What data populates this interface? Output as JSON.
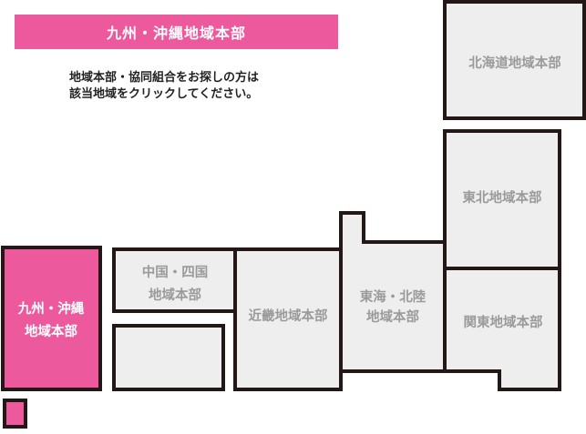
{
  "header": {
    "title": "九州・沖縄地域本部"
  },
  "instruction": {
    "line1": "地域本部・協同組合をお探しの方は",
    "line2": "該当地域をクリックしてください。"
  },
  "regions": {
    "hokkaido": {
      "label": "北海道地域本部"
    },
    "tohoku": {
      "label": "東北地域本部"
    },
    "kanto": {
      "label": "関東地域本部"
    },
    "tokai_hokuriku": {
      "line1": "東海・北陸",
      "line2": "地域本部"
    },
    "kinki": {
      "label": "近畿地域本部"
    },
    "chugoku_shikoku": {
      "line1": "中国・四国",
      "line2": "地域本部"
    },
    "kyushu_okinawa": {
      "line1": "九州・沖縄",
      "line2": "地域本部",
      "selected": true
    }
  },
  "colors": {
    "accent": "#ec5a9d",
    "region_fill": "#eeeeee",
    "region_stroke": "#231815",
    "label_gray": "#9a9a9a"
  }
}
